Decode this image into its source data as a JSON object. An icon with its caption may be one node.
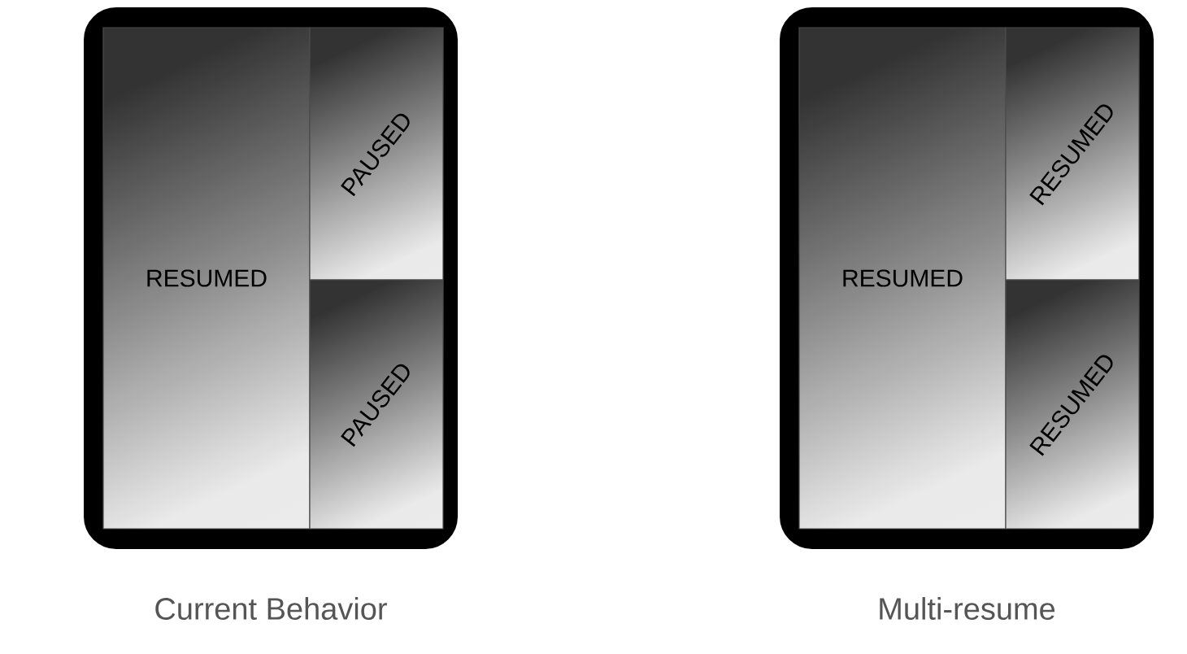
{
  "diagram": {
    "nodes": [
      {
        "text": [],
        "shape": "box",
        "beside": [
          "Current Behavior"
        ]
      },
      {
        "text": [
          "RESUMED"
        ],
        "in": 0
      },
      {
        "text": [
          "PAUSED"
        ],
        "in": 0
      },
      {
        "text": [
          "PAUSED"
        ],
        "in": 0
      },
      {
        "text": [],
        "shape": "box",
        "beside": [
          "Multi-resume"
        ]
      },
      {
        "text": [
          "RESUMED"
        ],
        "in": 4
      },
      {
        "text": [
          "RESUMED"
        ],
        "in": 4
      },
      {
        "text": [
          "RESUMED"
        ],
        "in": 4
      }
    ]
  }
}
